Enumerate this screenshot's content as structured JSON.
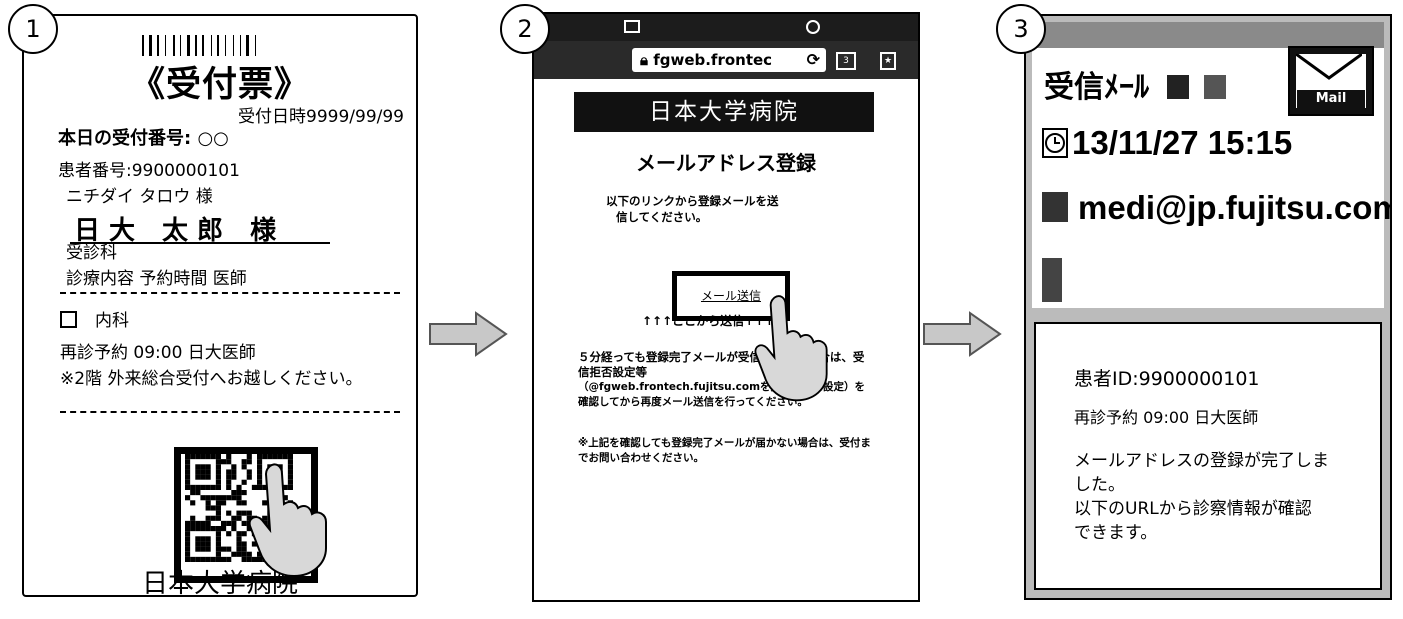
{
  "steps": [
    "1",
    "2",
    "3"
  ],
  "ticket": {
    "title": "《受付票》",
    "date": "受付日時9999/99/99",
    "reception_no": "本日の受付番号: ○○",
    "patient_no": "患者番号:9900000101",
    "kana_name": "ニチダイ タロウ  様",
    "name": "日大 太郎  様",
    "department_header": "受診科",
    "columns_header": "診療内容  予約時間  医師",
    "department": "内科",
    "appointment": "再診予約  09:00  日大医師",
    "note": "※2階 外来総合受付へお越しください。",
    "hospital": "日本大学病院"
  },
  "phone": {
    "url": "fgweb.frontec",
    "hospital": "日本大学病院",
    "heading": "メールアドレス登録",
    "intro_1": "以下のリンクから登録メールを送",
    "intro_2": "信してください。",
    "button": "メール送信",
    "button_caption": "↑↑↑ここから送信↑↑↑",
    "notice_1": "５分経っても登録完了メールが受信できない場合は、受信拒否設定等",
    "notice_2": "（@fgweb.frontech.fujitsu.comを受信可能に設定）を確認してから再度メール送信を行ってください。",
    "notice_3": "※上記を確認しても登録完了メールが届かない場合は、受付までお問い合わせください。"
  },
  "mail": {
    "header": "受信ﾒｰﾙ",
    "mail_badge": "Mail",
    "datetime": "13/11/27  15:15",
    "sender": "medi@jp.fujitsu.com",
    "patient_id": "患者ID:9900000101",
    "appointment": "再診予約  09:00  日大医師",
    "body_1": "メールアドレスの登録が完了しま",
    "body_2": "した。",
    "body_3": "以下のURLから診察情報が確認",
    "body_4": "できます。"
  }
}
